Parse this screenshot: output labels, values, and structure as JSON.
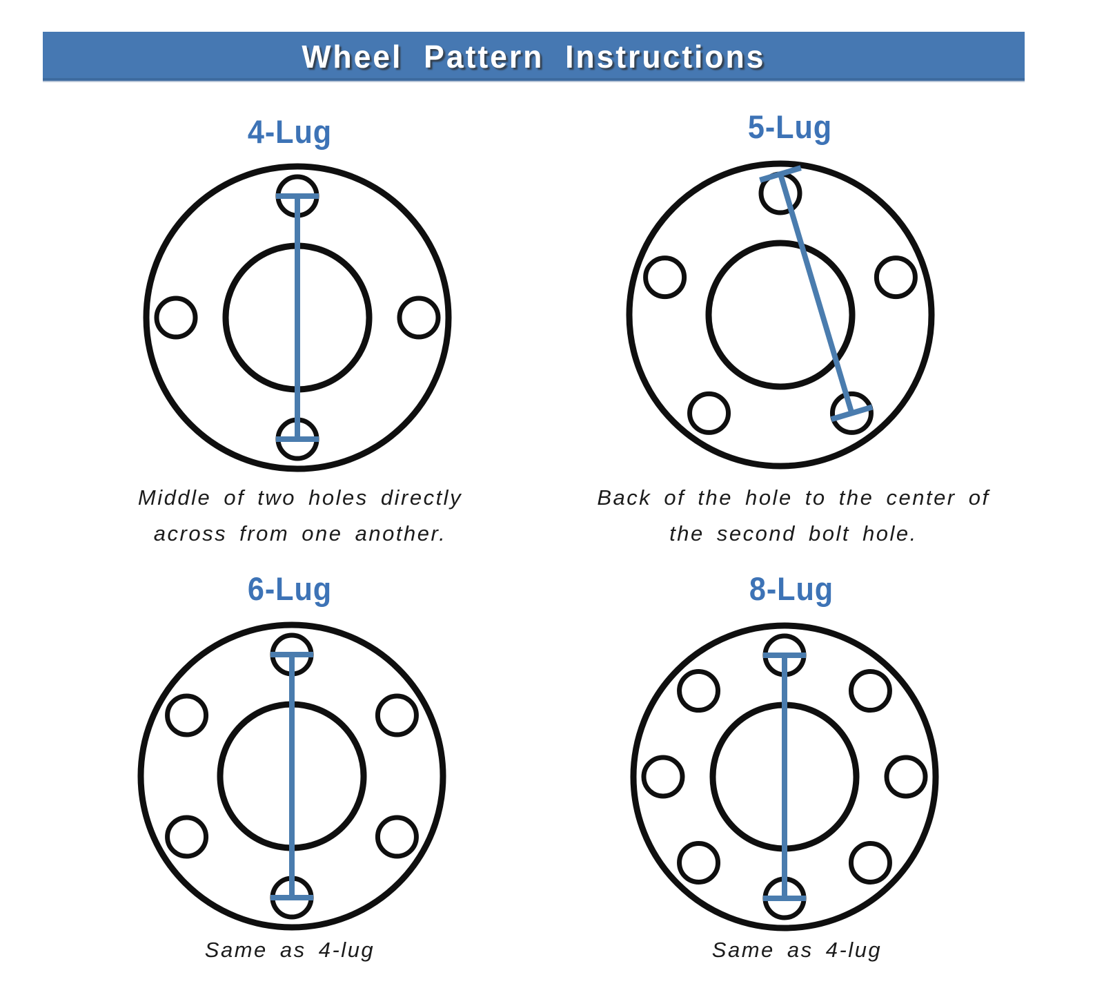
{
  "header": {
    "title": "Wheel Pattern Instructions"
  },
  "colors": {
    "banner_bg": "#4678B2",
    "lug_label_blue": "#3D73B6",
    "measure_line_blue": "#4A7CAE",
    "diagram_outline": "#0F0F0F"
  },
  "diagrams": [
    {
      "id": "4-lug",
      "label": "4-Lug",
      "lug_count": 4,
      "hole_angles_deg": [
        0,
        90,
        180,
        270
      ],
      "measurement": {
        "from_hole_angle": 0,
        "from_point": "center",
        "to_hole_angle": 180,
        "to_point": "center",
        "description": "middle of top hole to middle of bottom hole"
      },
      "caption_lines": [
        "Middle of two holes directly",
        "across from one another."
      ]
    },
    {
      "id": "5-lug",
      "label": "5-Lug",
      "lug_count": 5,
      "hole_angles_deg": [
        0,
        72,
        144,
        216,
        288
      ],
      "measurement": {
        "from_hole_angle": 0,
        "from_point": "back",
        "to_hole_angle": 144,
        "to_point": "center",
        "description": "back of top hole to center of second bolt hole"
      },
      "caption_lines": [
        "Back of the hole to the center of",
        "the second bolt hole."
      ]
    },
    {
      "id": "6-lug",
      "label": "6-Lug",
      "lug_count": 6,
      "hole_angles_deg": [
        0,
        60,
        120,
        180,
        240,
        300
      ],
      "measurement": {
        "from_hole_angle": 0,
        "from_point": "center",
        "to_hole_angle": 180,
        "to_point": "center",
        "description": "middle of top hole to middle of bottom hole"
      },
      "caption_lines": [
        "Same as 4-lug"
      ]
    },
    {
      "id": "8-lug",
      "label": "8-Lug",
      "lug_count": 8,
      "hole_angles_deg": [
        0,
        45,
        90,
        135,
        180,
        225,
        270,
        315
      ],
      "measurement": {
        "from_hole_angle": 0,
        "from_point": "center",
        "to_hole_angle": 180,
        "to_point": "center",
        "description": "middle of top hole to middle of bottom hole"
      },
      "caption_lines": [
        "Same as 4-lug"
      ]
    }
  ]
}
